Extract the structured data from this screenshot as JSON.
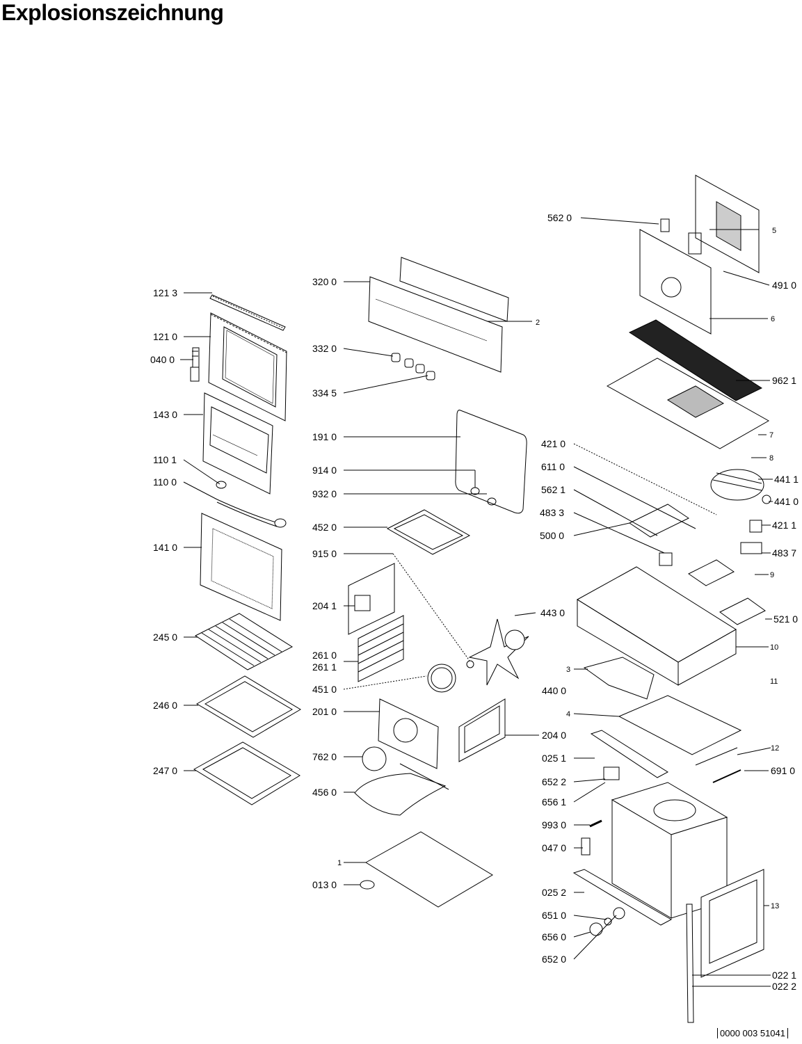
{
  "title": "Explosionszeichnung",
  "document_id": "0000 003 51041",
  "parts": {
    "p1213": "121 3",
    "p1210": "121 0",
    "p0400": "040 0",
    "p1430": "143 0",
    "p1101": "110 1",
    "p1100": "110 0",
    "p1410": "141 0",
    "p2450": "245 0",
    "p2460": "246 0",
    "p2470": "247 0",
    "p3200": "320 0",
    "p2": "2",
    "p3320": "332 0",
    "p3345": "334 5",
    "p1910": "191 0",
    "p9140": "914 0",
    "p9320": "932 0",
    "p4520": "452 0",
    "p9150": "915 0",
    "p2041": "204 1",
    "p2610": "261 0",
    "p2611": "261 1",
    "p4510": "451 0",
    "p4430": "443 0",
    "p4400": "440 0",
    "p2010": "201 0",
    "p2040": "204 0",
    "p7620": "762 0",
    "p4560": "456 0",
    "p1": "1",
    "p0130": "013 0",
    "p5620": "562 0",
    "p5": "5",
    "p4910": "491 0",
    "p6": "6",
    "p9621": "962 1",
    "p7": "7",
    "p4210": "421 0",
    "p8": "8",
    "p6110": "611 0",
    "p4411": "441 1",
    "p5621": "562 1",
    "p4410": "441 0",
    "p4833": "483 3",
    "p4211": "421 1",
    "p5000": "500 0",
    "p4837": "483 7",
    "p9": "9",
    "p5210": "521 0",
    "p10": "10",
    "p3": "3",
    "p11": "11",
    "p4": "4",
    "p0251": "025 1",
    "p12": "12",
    "p6910": "691 0",
    "p6522": "652 2",
    "p6561": "656 1",
    "p9930": "993 0",
    "p0470": "047 0",
    "p0252": "025 2",
    "p6510": "651 0",
    "p13": "13",
    "p6560": "656 0",
    "p6520": "652 0",
    "p0221": "022 1",
    "p0222": "022 2"
  }
}
